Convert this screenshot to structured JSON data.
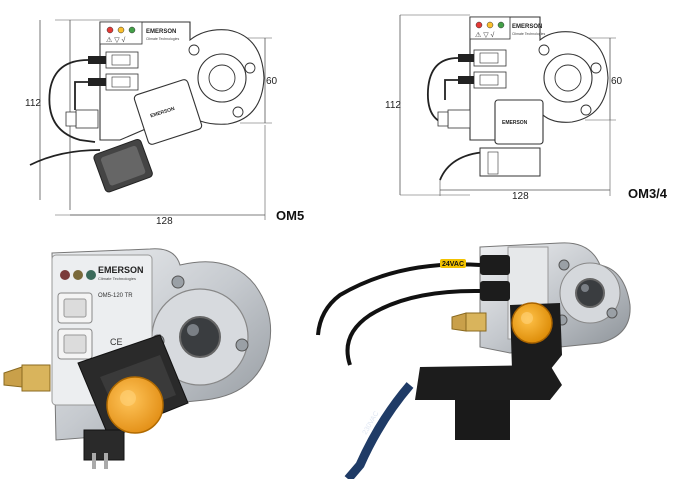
{
  "drawings": [
    {
      "model": "OM5",
      "brand": "EMERSON",
      "brand_sub": "Climate Technologies",
      "dims": {
        "height": "112",
        "ring": "60",
        "width": "128"
      },
      "leds": [
        "red",
        "yellow",
        "green"
      ],
      "led_colors": {
        "red": "#e53935",
        "yellow": "#fbc02d",
        "green": "#43a047"
      }
    },
    {
      "model": "OM3/4",
      "brand": "EMERSON",
      "brand_sub": "Climate Technologies",
      "dims": {
        "height": "112",
        "ring": "60",
        "width": "128"
      },
      "leds": [
        "red",
        "yellow",
        "green"
      ],
      "led_colors": {
        "red": "#e53935",
        "yellow": "#fbc02d",
        "green": "#43a047"
      }
    }
  ],
  "photos": [
    {
      "brand": "EMERSON",
      "brand_sub": "Climate Technologies",
      "model_label": "OM5-120 TR",
      "ce_mark": "CE",
      "colors": {
        "metal": "#c9cdd2",
        "panel": "#e8eaec",
        "coil": "#2a2a2a",
        "cap": "#f5a623",
        "fitting": "#d4a84a"
      }
    },
    {
      "cable_label_1": "24VAC",
      "cable_label_2": "230VAC",
      "colors": {
        "metal": "#c3c7cc",
        "bracket": "#1c1c1c",
        "cap": "#f0a020",
        "cable": "#111111",
        "cable_blue": "#1f3b66",
        "tag": "#f2c200"
      }
    }
  ]
}
